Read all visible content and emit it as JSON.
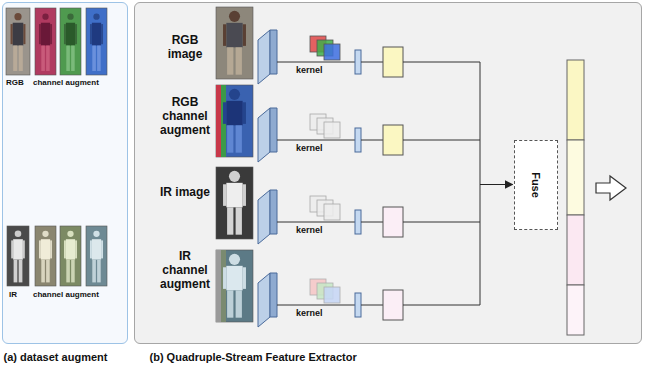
{
  "diagram": {
    "nodes": [
      {
        "text": [
          "(a) dataset augment"
        ]
      },
      {
        "text": [
          "(b) Quadruple-Stream Feature Extractor"
        ]
      },
      {
        "text": [
          "Fuse"
        ],
        "in": 1
      }
    ],
    "labels": [
      "RGB",
      "channel augment",
      "IR",
      "channel augment",
      "RGB image",
      "kernel",
      "RGB channel augment",
      "kernel",
      "IR image",
      "kernel",
      "IR channel augment",
      "kernel"
    ]
  }
}
